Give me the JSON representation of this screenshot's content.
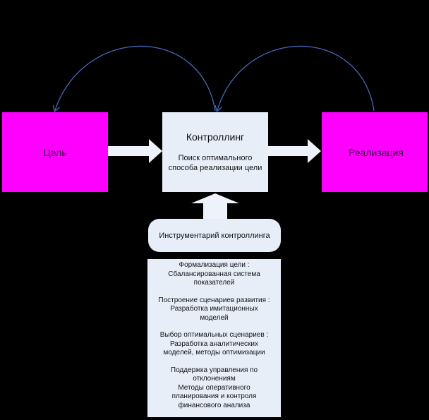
{
  "diagram": {
    "goal": {
      "label": "Цель"
    },
    "controlling": {
      "title": "Контроллинг",
      "subtitle_lines": [
        "Поиск оптимального",
        "способа реализации цели"
      ]
    },
    "realization": {
      "label": "Реализация"
    },
    "tools": {
      "label": "Инструментарий контроллинга"
    },
    "methods": [
      {
        "lines": [
          "Формализация цели  :",
          "Сбалансированная система",
          "показателей"
        ]
      },
      {
        "lines": [
          "Построение сценариев развития :",
          "Разработка имитационных",
          "моделей"
        ]
      },
      {
        "lines": [
          "Выбор оптимальных сценариев   :",
          "Разработка аналитических",
          "моделей, методы оптимизации"
        ]
      },
      {
        "lines": [
          "Поддержка управления по",
          "отклонениям",
          "Методы оперативного",
          "планирования и контроля",
          "финансового анализа"
        ]
      }
    ],
    "colors": {
      "background": "#000000",
      "goal_fill": "#ff00ff",
      "controlling_fill": "#e8eef8",
      "arrow_fill": "#eef2fa",
      "curve_stroke": "#4a6fc4"
    }
  }
}
